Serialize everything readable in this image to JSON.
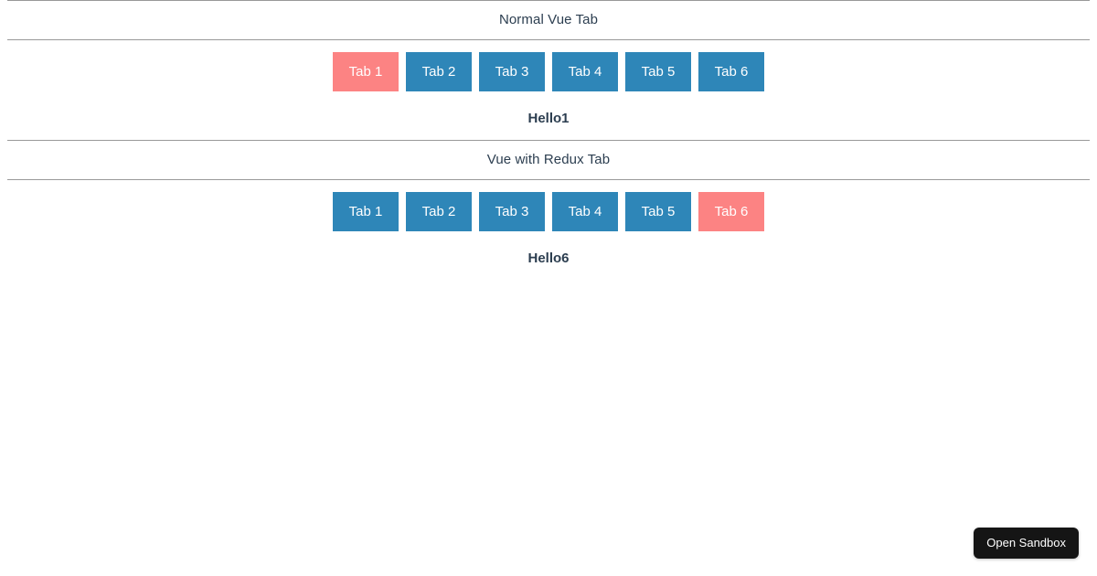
{
  "sections": [
    {
      "title": "Normal Vue Tab",
      "tabs": [
        {
          "label": "Tab 1",
          "active": true
        },
        {
          "label": "Tab 2",
          "active": false
        },
        {
          "label": "Tab 3",
          "active": false
        },
        {
          "label": "Tab 4",
          "active": false
        },
        {
          "label": "Tab 5",
          "active": false
        },
        {
          "label": "Tab 6",
          "active": false
        }
      ],
      "content": "Hello1"
    },
    {
      "title": "Vue with Redux Tab",
      "tabs": [
        {
          "label": "Tab 1",
          "active": false
        },
        {
          "label": "Tab 2",
          "active": false
        },
        {
          "label": "Tab 3",
          "active": false
        },
        {
          "label": "Tab 4",
          "active": false
        },
        {
          "label": "Tab 5",
          "active": false
        },
        {
          "label": "Tab 6",
          "active": true
        }
      ],
      "content": "Hello6"
    }
  ],
  "sandbox": {
    "label": "Open Sandbox"
  },
  "colors": {
    "tab_inactive": "#2e86b8",
    "tab_active": "#fc8383",
    "text": "#2c3e50",
    "rule": "#999999",
    "sandbox_bg": "#151515",
    "sandbox_text": "#ffffff"
  }
}
